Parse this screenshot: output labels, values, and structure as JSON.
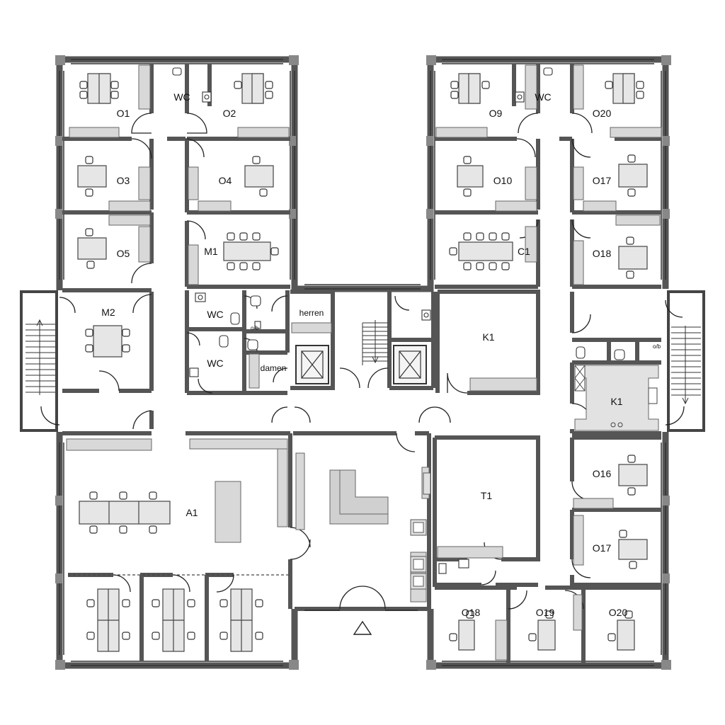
{
  "rooms": {
    "o1": "O1",
    "wc_nw": "WC",
    "o2": "O2",
    "o9": "O9",
    "wc_ne": "WC",
    "o20_top": "O20",
    "o3": "O3",
    "o4": "O4",
    "o10": "O10",
    "o17_top": "O17",
    "o5": "O5",
    "m1": "M1",
    "c1": "C1",
    "o18_top": "O18",
    "m2": "M2",
    "wc_mid1": "WC",
    "herren": "herren",
    "k1_center": "K1",
    "wc_mid2": "WC",
    "damen": "damen",
    "k1_east": "K1",
    "a1": "A1",
    "t1": "T1",
    "o16": "O16",
    "o17_low": "O17",
    "o18_low": "O18",
    "o19": "O19",
    "o20_low": "O20"
  }
}
